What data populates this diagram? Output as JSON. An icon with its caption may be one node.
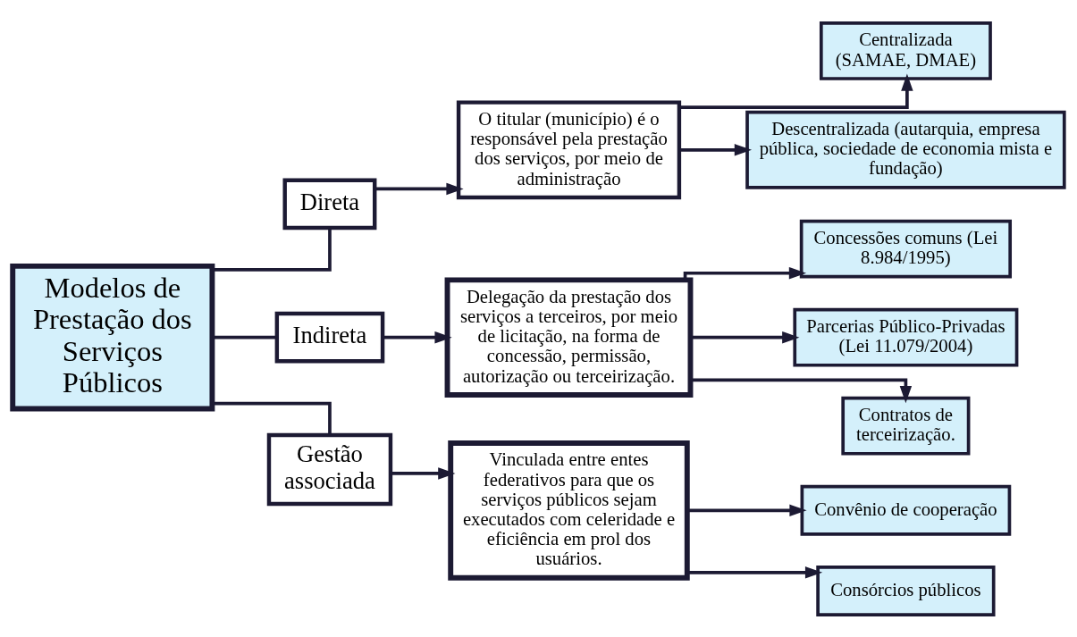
{
  "diagram": {
    "nodes": [
      {
        "text": [
          "Modelos de Prestação dos Serviços Públicos"
        ]
      },
      {
        "text": [
          "Direta"
        ]
      },
      {
        "text": [
          "Indireta"
        ]
      },
      {
        "text": [
          "Gestão associada"
        ]
      },
      {
        "text": [
          "O titular (município) é o responsável pela prestação dos serviços, por meio de administração"
        ]
      },
      {
        "text": [
          "Centralizada (SAMAE, DMAE)"
        ]
      },
      {
        "text": [
          "Descentralizada (autarquia, empresa pública, sociedade de economia mista e fundação)"
        ]
      },
      {
        "text": [
          "Delegação da prestação dos serviços a terceiros, por meio de licitação, na forma de concessão, permissão, autorização ou terceirização."
        ]
      },
      {
        "text": [
          "Concessões comuns (Lei 8.984/1995)"
        ]
      },
      {
        "text": [
          "Parcerias Público-Privadas (Lei 11.079/2004)"
        ]
      },
      {
        "text": [
          "Contratos de terceirização."
        ]
      },
      {
        "text": [
          "Vinculada entre entes federativos para que os serviços públicos sejam executados com celeridade e eficiência em prol dos usuários."
        ]
      },
      {
        "text": [
          "Convênio de cooperação"
        ]
      },
      {
        "text": [
          "Consórcios públicos"
        ]
      }
    ],
    "edges": [
      {
        "from": 0,
        "to": 1,
        "arrow": "none"
      },
      {
        "from": 0,
        "to": 2,
        "arrow": "none"
      },
      {
        "from": 0,
        "to": 3,
        "arrow": "none"
      },
      {
        "from": 1,
        "to": 4,
        "arrow": "to"
      },
      {
        "from": 2,
        "to": 7,
        "arrow": "to"
      },
      {
        "from": 3,
        "to": 11,
        "arrow": "to"
      },
      {
        "from": 4,
        "to": 5,
        "arrow": "to"
      },
      {
        "from": 4,
        "to": 6,
        "arrow": "to"
      },
      {
        "from": 7,
        "to": 8,
        "arrow": "to"
      },
      {
        "from": 7,
        "to": 9,
        "arrow": "to"
      },
      {
        "from": 7,
        "to": 10,
        "arrow": "to"
      },
      {
        "from": 11,
        "to": 12,
        "arrow": "to"
      },
      {
        "from": 11,
        "to": 13,
        "arrow": "to"
      }
    ]
  }
}
